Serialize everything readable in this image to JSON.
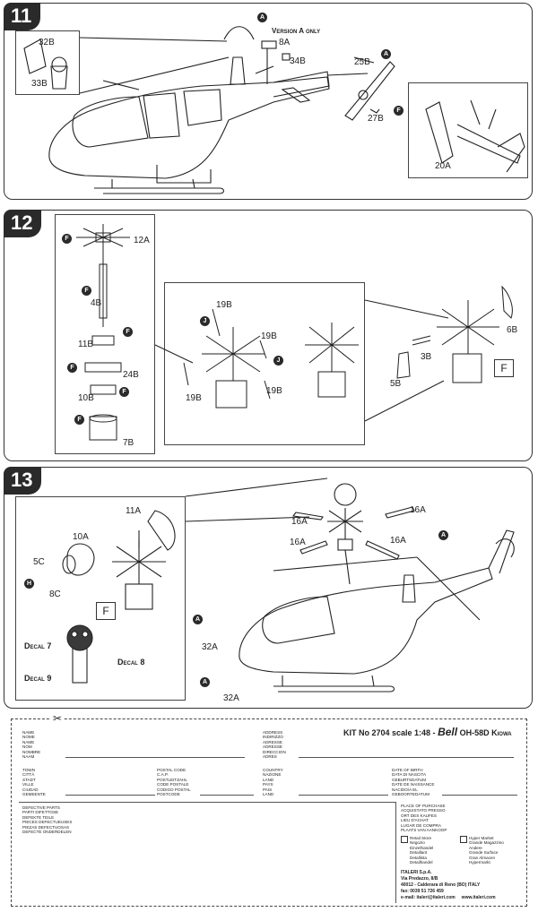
{
  "steps": [
    {
      "number": "11",
      "version_note": "Version A only",
      "parts": [
        "32B",
        "33B",
        "8A",
        "34B",
        "25B",
        "27B",
        "20A"
      ],
      "markers": [
        "A",
        "A",
        "F"
      ]
    },
    {
      "number": "12",
      "parts": [
        "12A",
        "4B",
        "11B",
        "24B",
        "10B",
        "7B",
        "19B",
        "19B",
        "19B",
        "19B",
        "6B",
        "3B",
        "5B"
      ],
      "markers": [
        "F",
        "F",
        "F",
        "F",
        "F",
        "F",
        "J",
        "J"
      ],
      "box": "F"
    },
    {
      "number": "13",
      "parts": [
        "11A",
        "10A",
        "5C",
        "8C",
        "16A",
        "16A",
        "16A",
        "16A",
        "32A",
        "32A"
      ],
      "markers": [
        "H",
        "A",
        "A",
        "A"
      ],
      "box": "F",
      "decals": [
        "Decal 7",
        "Decal 8",
        "Decal 9"
      ]
    }
  ],
  "form": {
    "kit_line": "KIT No 2704 scale 1:48 -",
    "brand": "Bell",
    "model": "OH-58D Kiowa",
    "name_labels": "NAME\nNOME\nNAME\nNOM\nNOMBRE\nNAAM",
    "address_labels": "ADDRESS\nINDIRIZZO\nADRESSE\nADRESSE\nDIRECCION\nADRES",
    "town_labels": "TOWN\nCITTÀ\nSTADT\nVILLE\nCIUDAD\nGEMEENTE",
    "postal_labels": "POSTAL CODE\nC.A.P.\nPOSTLEITZAHL\nCODE POSTALE\nCODIGO POSTAL\nPOSTCODE",
    "country_labels": "COUNTRY\nNAZIONE\nLAND\nPAYS\nPAIS\nLAND",
    "birth_labels": "DATE OF BIRTH\nDATA DI NASCITA\nGEBURTSDATUM\nDATE DE NAISSANCE\nNACIDO/A EL\nGEBOORTEDATUM",
    "defective_labels": "DEFECTIVE PARTS\nPARTI DIFETTOSE\nDEFEKTE TEILE\nPIECES DEFECTUEUSES\nPIEZAS DEFECTUOSAS\nDEFECTE ONDERDELEN",
    "purchase_labels": "PLACE OF PURCHASE\nACQUISTATO PRESSO\nORT DES KAUFES\nLIEU D'ACHAT\nLUGAR DE COMPRA\nPLAATS VAN AANKOOP",
    "retail_store": "Retail Store\nNegozio\nEinzelhandel\nDetaillant\nDetallista\nDetailhandel",
    "hyper_market": "Hyper Market\nGrande Magazzino\nAndere\nGrande Surface\nGran Almacen\nHypermarkt",
    "company": "ITALERI S.p.A.\nVia Predazzo, 8/B\n40012 - Calderara di Reno (BO) ITALY\nfax: 0039 51 726 459\ne-mail: italeri@italeri.com     www.italeri.com"
  }
}
